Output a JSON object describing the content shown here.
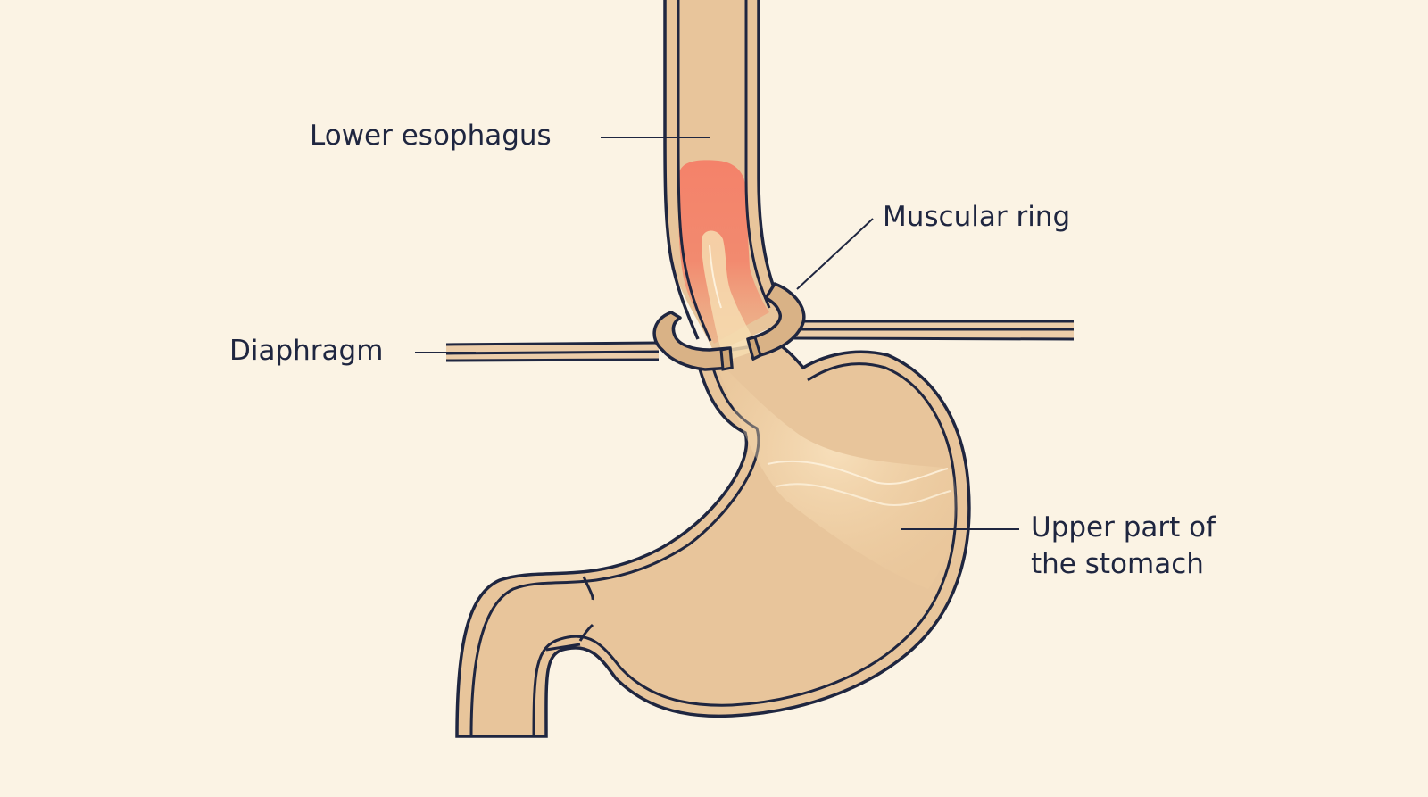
{
  "labels": {
    "lower_esophagus": "Lower esophagus",
    "muscular_ring": "Muscular ring",
    "diaphragm": "Diaphragm",
    "upper_stomach_line1": "Upper part of",
    "upper_stomach_line2": "the stomach"
  },
  "colors": {
    "background": "#fbf3e4",
    "tissue": "#e8c59b",
    "outline": "#1f2640",
    "inflammation": "#f4826a",
    "reflux": "#f6dcb0"
  }
}
